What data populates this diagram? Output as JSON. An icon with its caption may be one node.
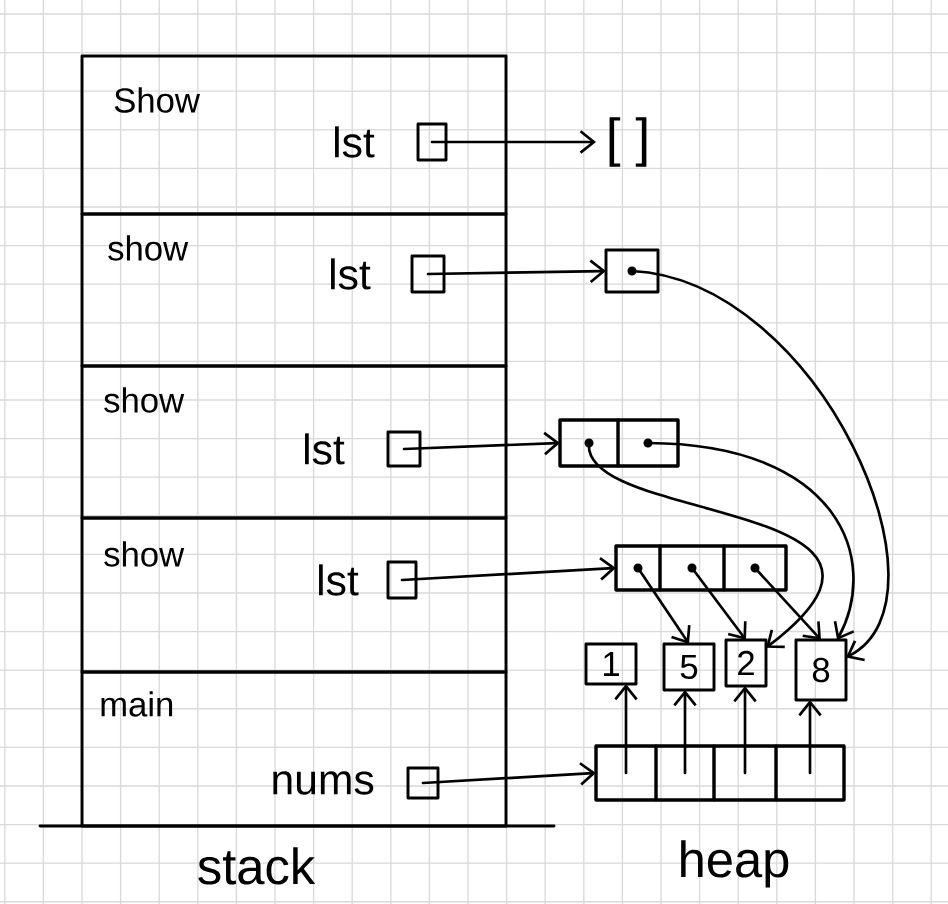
{
  "diagram": {
    "nodes": [
      {
        "text": [
          "Show"
        ]
      },
      {
        "text": [],
        "shape": "box",
        "beside": [
          "lst"
        ],
        "in": 0
      },
      {
        "text": [
          "show"
        ]
      },
      {
        "text": [],
        "shape": "box",
        "beside": [
          "lst"
        ],
        "in": 2
      },
      {
        "text": [
          "show"
        ]
      },
      {
        "text": [],
        "shape": "box",
        "beside": [
          "lst"
        ],
        "in": 4
      },
      {
        "text": [
          "show"
        ]
      },
      {
        "text": [],
        "shape": "box",
        "beside": [
          "lst"
        ],
        "in": 6
      },
      {
        "text": [
          "main"
        ]
      },
      {
        "text": [],
        "shape": "box",
        "beside": [
          "nums"
        ],
        "in": 8
      },
      {
        "text": [
          "[ ]"
        ]
      },
      {
        "text": [],
        "shape": "box"
      },
      {
        "text": [],
        "shape": "box"
      },
      {
        "text": [],
        "shape": "box",
        "in": 12
      },
      {
        "text": [],
        "shape": "box",
        "in": 12
      },
      {
        "text": [],
        "shape": "box"
      },
      {
        "text": [],
        "shape": "box",
        "in": 15
      },
      {
        "text": [],
        "shape": "box",
        "in": 15
      },
      {
        "text": [],
        "shape": "box",
        "in": 15
      },
      {
        "text": [
          "1"
        ]
      },
      {
        "text": [
          "5"
        ]
      },
      {
        "text": [
          "2"
        ]
      },
      {
        "text": [
          "8"
        ]
      },
      {
        "text": [],
        "shape": "box"
      },
      {
        "text": [],
        "shape": "box",
        "in": 23
      },
      {
        "text": [],
        "shape": "box",
        "in": 23
      },
      {
        "text": [],
        "shape": "box",
        "in": 23
      },
      {
        "text": [],
        "shape": "box",
        "in": 23
      }
    ],
    "edges": [
      {
        "from": 1,
        "to": 10,
        "arrow": "to"
      },
      {
        "from": 3,
        "to": 11,
        "arrow": "to"
      },
      {
        "from": 5,
        "to": 12,
        "arrow": "to"
      },
      {
        "from": 7,
        "to": 15,
        "arrow": "to"
      },
      {
        "from": 9,
        "to": 23,
        "arrow": "to"
      },
      {
        "from": 11,
        "to": 22,
        "arrow": "to"
      },
      {
        "from": 13,
        "to": 21,
        "arrow": "to"
      },
      {
        "from": 14,
        "to": 22,
        "arrow": "to"
      },
      {
        "from": 16,
        "to": 20,
        "arrow": "to"
      },
      {
        "from": 17,
        "to": 21,
        "arrow": "to"
      },
      {
        "from": 18,
        "to": 22,
        "arrow": "to"
      },
      {
        "from": 24,
        "to": 19,
        "arrow": "to"
      },
      {
        "from": 25,
        "to": 20,
        "arrow": "to"
      },
      {
        "from": 26,
        "to": 21,
        "arrow": "to"
      },
      {
        "from": 27,
        "to": 22,
        "arrow": "to"
      }
    ],
    "labels": [
      "stack",
      "heap"
    ]
  }
}
